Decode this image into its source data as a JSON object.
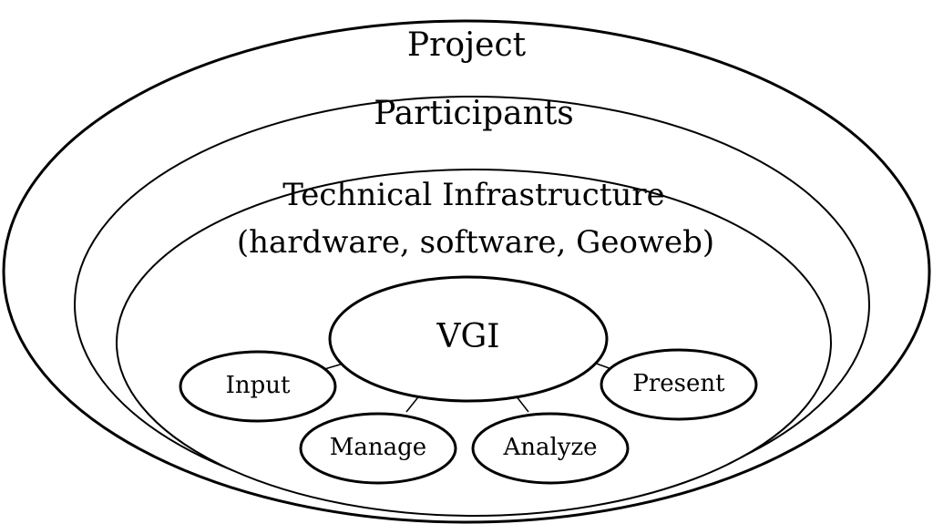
{
  "diagram": {
    "layers": {
      "project": "Project",
      "participants": "Participants",
      "infrastructure_line1": "Technical  Infrastructure",
      "infrastructure_line2": "(hardware, software, Geoweb)"
    },
    "core": "VGI",
    "processes": {
      "input": "Input",
      "manage": "Manage",
      "analyze": "Analyze",
      "present": "Present"
    }
  }
}
